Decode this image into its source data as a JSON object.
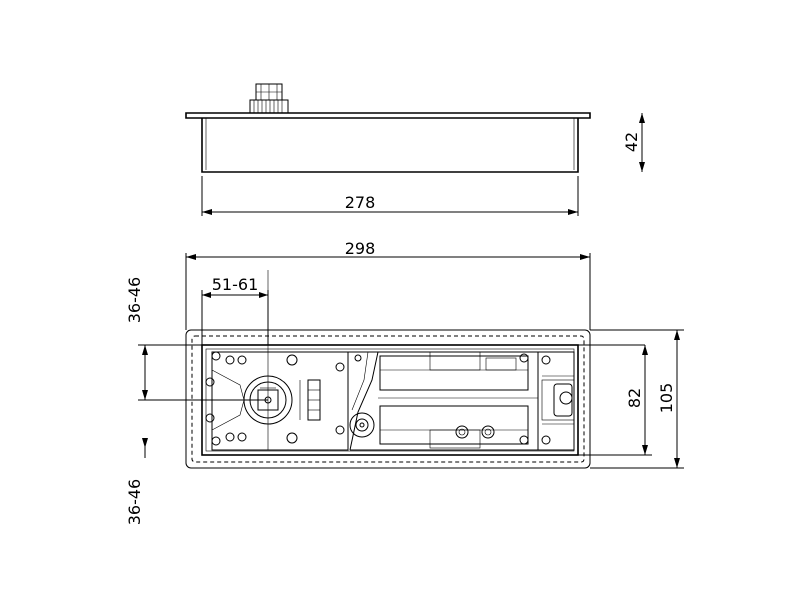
{
  "dimensions": {
    "height_side": "42",
    "length_side": "278",
    "length_cover": "298",
    "spindle_offset": "51-61",
    "offset_top": "36-46",
    "offset_bottom": "36-46",
    "width_body": "82",
    "width_cover": "105"
  }
}
